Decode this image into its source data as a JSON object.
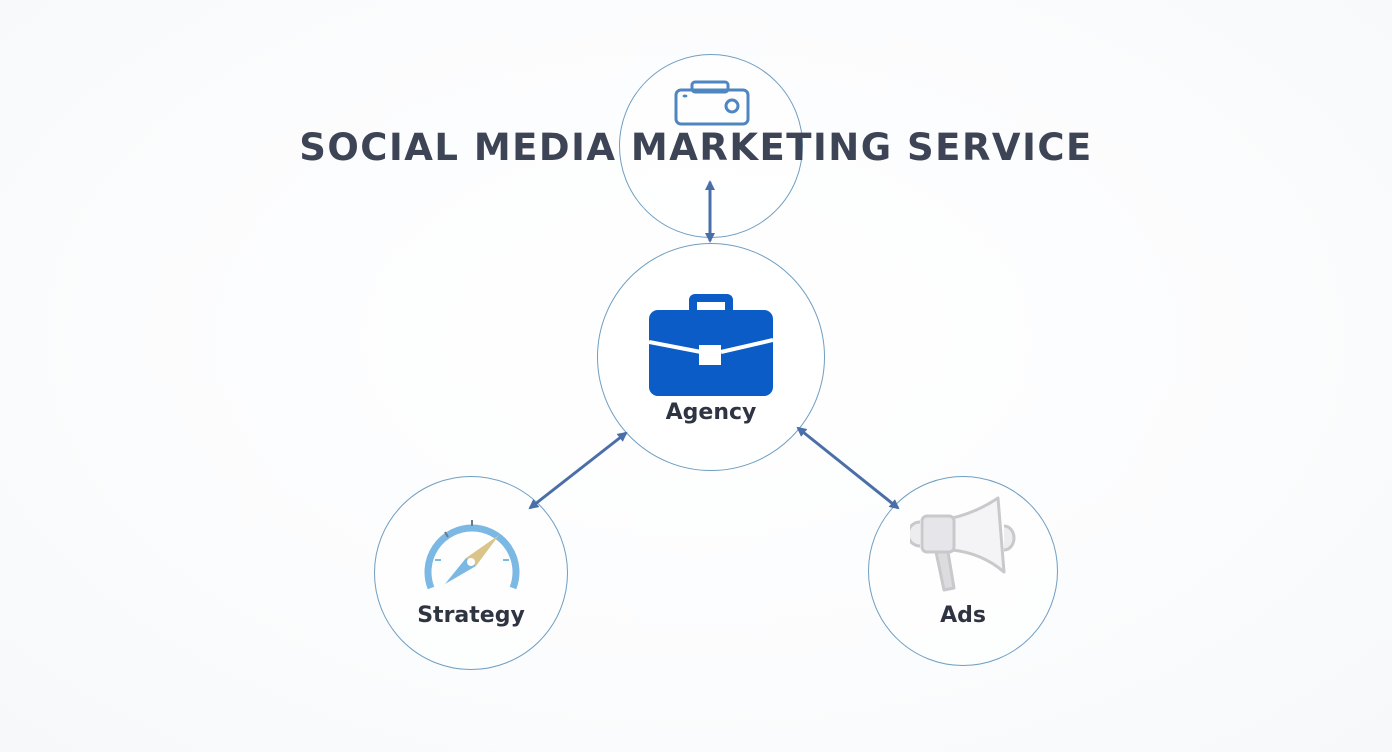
{
  "title": "SOCIAL MEDIA MARKETING SERVICE",
  "nodes": {
    "top": {
      "label": "",
      "icon": "camera-icon"
    },
    "center": {
      "label": "Agency",
      "icon": "briefcase-icon"
    },
    "left": {
      "label": "Strategy",
      "icon": "compass-gauge-icon"
    },
    "right": {
      "label": "Ads",
      "icon": "megaphone-icon"
    }
  },
  "connections": [
    {
      "from": "top",
      "to": "center",
      "type": "bidirectional"
    },
    {
      "from": "center",
      "to": "left",
      "type": "bidirectional"
    },
    {
      "from": "center",
      "to": "right",
      "type": "bidirectional"
    }
  ],
  "colors": {
    "circle_border": "#6f9ec2",
    "arrow": "#4a6fa8",
    "briefcase": "#0b5cc6",
    "title_text": "#3d4455",
    "gauge": "#7cb8e4",
    "needle_gold": "#d9c48a",
    "megaphone": "#c9c9cc"
  }
}
